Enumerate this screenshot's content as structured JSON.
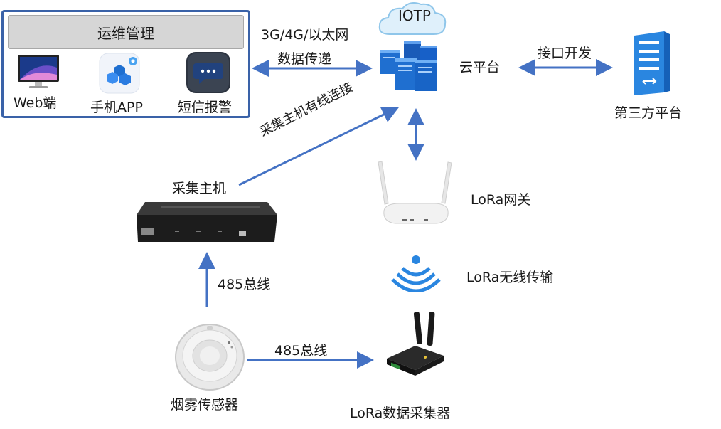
{
  "ops": {
    "title": "运维管理",
    "items": [
      {
        "label": "Web端",
        "icon": "monitor-icon"
      },
      {
        "label": "手机APP",
        "icon": "app-icon"
      },
      {
        "label": "短信报警",
        "icon": "sms-icon"
      }
    ]
  },
  "cloud": {
    "tag": "IOTP",
    "label": "云平台",
    "icon": "server-cluster-icon"
  },
  "links": {
    "network_line1": "3G/4G/以太网",
    "network_line2": "数据传递",
    "api": "接口开发",
    "wired": "采集主机有线连接",
    "bus_vertical": "485总线",
    "bus_horizontal": "485总线",
    "wireless": "LoRa无线传输"
  },
  "third_party": {
    "label": "第三方平台",
    "icon": "server-rack-icon"
  },
  "collector_host": {
    "label": "采集主机",
    "icon": "collector-device-icon"
  },
  "lora_gateway": {
    "label": "LoRa网关",
    "icon": "router-icon"
  },
  "lora_collector": {
    "label": "LoRa数据采集器",
    "icon": "lora-module-icon"
  },
  "smoke_sensor": {
    "label": "烟雾传感器",
    "icon": "smoke-detector-icon"
  },
  "colors": {
    "arrow": "#4472c4",
    "box_border": "#3a62a8",
    "server_blue": "#1f6fd0"
  }
}
